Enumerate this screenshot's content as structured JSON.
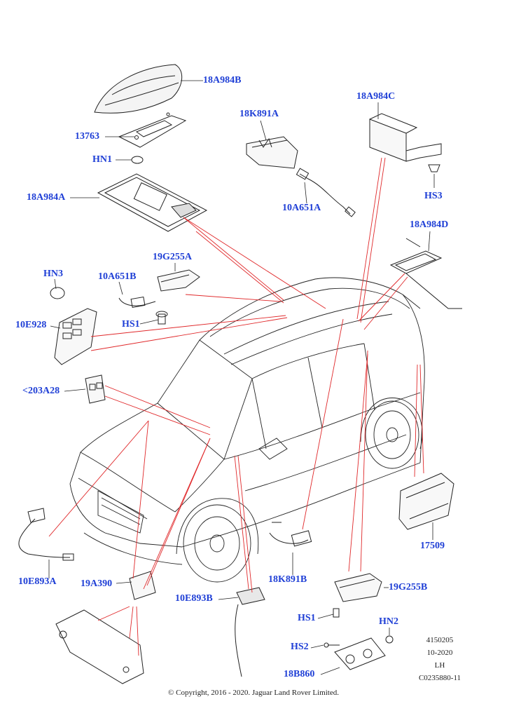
{
  "labels": {
    "l18A984B": "18A984B",
    "l13763": "13763",
    "lHN1": "HN1",
    "l18A984A": "18A984A",
    "l18K891A": "18K891A",
    "l10A651A": "10A651A",
    "l18A984C": "18A984C",
    "lHS3": "HS3",
    "l18A984D": "18A984D",
    "l19G255A": "19G255A",
    "l10A651B": "10A651B",
    "lHN3": "HN3",
    "l10E928": "10E928",
    "lHS1a": "HS1",
    "l203A28": "<203A28",
    "l17509": "17509",
    "l10E893A": "10E893A",
    "l19A390": "19A390",
    "l10E893B": "10E893B",
    "l18K891B": "18K891B",
    "l19G255B": "19G255B",
    "lHS1b": "HS1",
    "lHN2": "HN2",
    "lHS2": "HS2",
    "l18B860": "18B860"
  },
  "meta": {
    "code1": "4150205",
    "code2": "10-2020",
    "side": "LH",
    "ref": "C0235880-11"
  },
  "copyright": "© Copyright, 2016 - 2020. Jaguar Land Rover Limited.",
  "colors": {
    "label": "#1f3fd6",
    "leader": "#e0282a",
    "lineart": "#222222"
  }
}
